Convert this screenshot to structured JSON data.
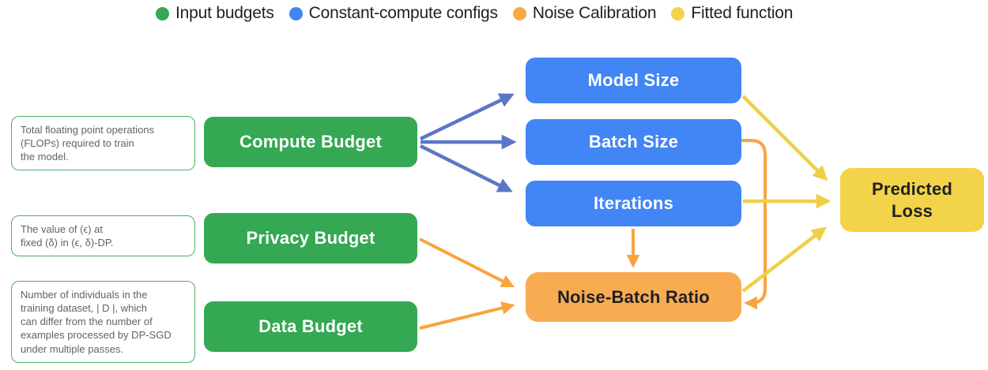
{
  "legend": {
    "items": [
      {
        "label": "Input budgets",
        "color": "#34A853"
      },
      {
        "label": "Constant-compute configs",
        "color": "#4285F4"
      },
      {
        "label": "Noise Calibration",
        "color": "#F9AB40"
      },
      {
        "label": "Fitted function",
        "color": "#F3D349"
      }
    ]
  },
  "notes": [
    {
      "text": "Total floating point operations\n(FLOPs) required to train\nthe model."
    },
    {
      "text": "The value of (ϵ) at\nfixed (δ) in (ϵ, δ)-DP."
    },
    {
      "text": "Number of individuals in the\ntraining dataset, | D |, which\ncan differ from the number of\nexamples processed by DP-SGD\nunder multiple passes."
    }
  ],
  "nodes": {
    "compute_budget": {
      "label": "Compute Budget"
    },
    "privacy_budget": {
      "label": "Privacy Budget"
    },
    "data_budget": {
      "label": "Data Budget"
    },
    "model_size": {
      "label": "Model Size"
    },
    "batch_size": {
      "label": "Batch Size"
    },
    "iterations": {
      "label": "Iterations"
    },
    "noise_batch_ratio": {
      "label": "Noise-Batch Ratio"
    },
    "predicted_loss": {
      "label": "Predicted\nLoss"
    }
  },
  "edges": [
    {
      "from": "Compute Budget",
      "to": "Model Size",
      "group": "constant-compute"
    },
    {
      "from": "Compute Budget",
      "to": "Batch Size",
      "group": "constant-compute"
    },
    {
      "from": "Compute Budget",
      "to": "Iterations",
      "group": "constant-compute"
    },
    {
      "from": "Privacy Budget",
      "to": "Noise-Batch Ratio",
      "group": "noise-calibration"
    },
    {
      "from": "Data Budget",
      "to": "Noise-Batch Ratio",
      "group": "noise-calibration"
    },
    {
      "from": "Iterations",
      "to": "Noise-Batch Ratio",
      "group": "noise-calibration"
    },
    {
      "from": "Batch Size",
      "to": "Noise-Batch Ratio",
      "group": "noise-calibration"
    },
    {
      "from": "Model Size",
      "to": "Predicted Loss",
      "group": "fitted-function"
    },
    {
      "from": "Iterations",
      "to": "Predicted Loss",
      "group": "fitted-function"
    },
    {
      "from": "Noise-Batch Ratio",
      "to": "Predicted Loss",
      "group": "fitted-function"
    }
  ],
  "colors": {
    "green": "#34A853",
    "blue": "#4285F4",
    "orange_box": "#F9AB51",
    "yellow_box": "#F3D349",
    "arrow_blue": "#5B76C6",
    "arrow_orange": "#F9A440",
    "arrow_yellow": "#F0CF48",
    "note_border": "#4FAE64",
    "note_text": "#5F6368",
    "ink_dark": "#202124",
    "ink_light": "#FFFFFF"
  }
}
